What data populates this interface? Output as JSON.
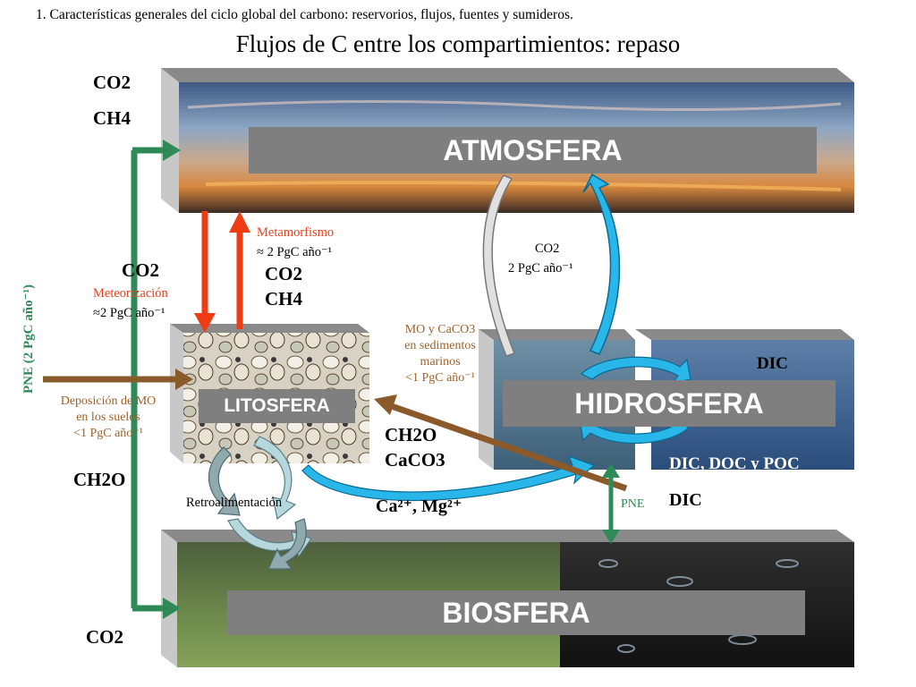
{
  "header": {
    "heading": "1. Características generales del ciclo global del carbono: reservorios, flujos, fuentes y sumideros.",
    "title": "Flujos de C entre los compartimientos: repaso"
  },
  "compartments": {
    "atmosphere": "ATMOSFERA",
    "lithosphere": "LITOSFERA",
    "hydrosphere": "HIDROSFERA",
    "biosphere": "BIOSFERA"
  },
  "labels": {
    "co2_top": "CO2",
    "ch4_top": "CH4",
    "co2_left": "CO2",
    "meteorization": "Meteorización",
    "meteorization_flux": "≈2 PgC año⁻¹",
    "metamorphism": "Metamorfismo",
    "metamorphism_flux": "≈ 2 PgC año⁻¹",
    "co2_meta": "CO2",
    "ch4_meta": "CH4",
    "exchange_gas": "CO2",
    "exchange_flux": "2 PgC año⁻¹",
    "sediments_line1": "MO y CaCO3",
    "sediments_line2": "en sedimentos",
    "sediments_line3": "marinos",
    "sediments_line4": "<1 PgC año⁻¹",
    "dic_upper": "DIC",
    "dic_doc_poc": "DIC, DOC y POC",
    "pne_vertical": "PNE (2 PgC año⁻¹)",
    "deposition_line1": "Deposición de MO",
    "deposition_line2": "en los suelos",
    "deposition_line3": "<1 PgC año⁻¹",
    "ch2o_right": "CH2O",
    "caco3": "CaCO3",
    "ch2o_left": "CH2O",
    "feedback": "Retroalimentación",
    "cations": "Ca²⁺, Mg²⁺",
    "pne_right": "PNE",
    "dic_lower": "DIC",
    "co2_bottom": "CO2"
  },
  "colors": {
    "green_arrow": "#2e8b57",
    "orange_arrow": "#f03c14",
    "brown_arrow": "#8b5a2b",
    "blue_arrow": "#29b6e8",
    "band_gray": "#7f7f7f"
  }
}
